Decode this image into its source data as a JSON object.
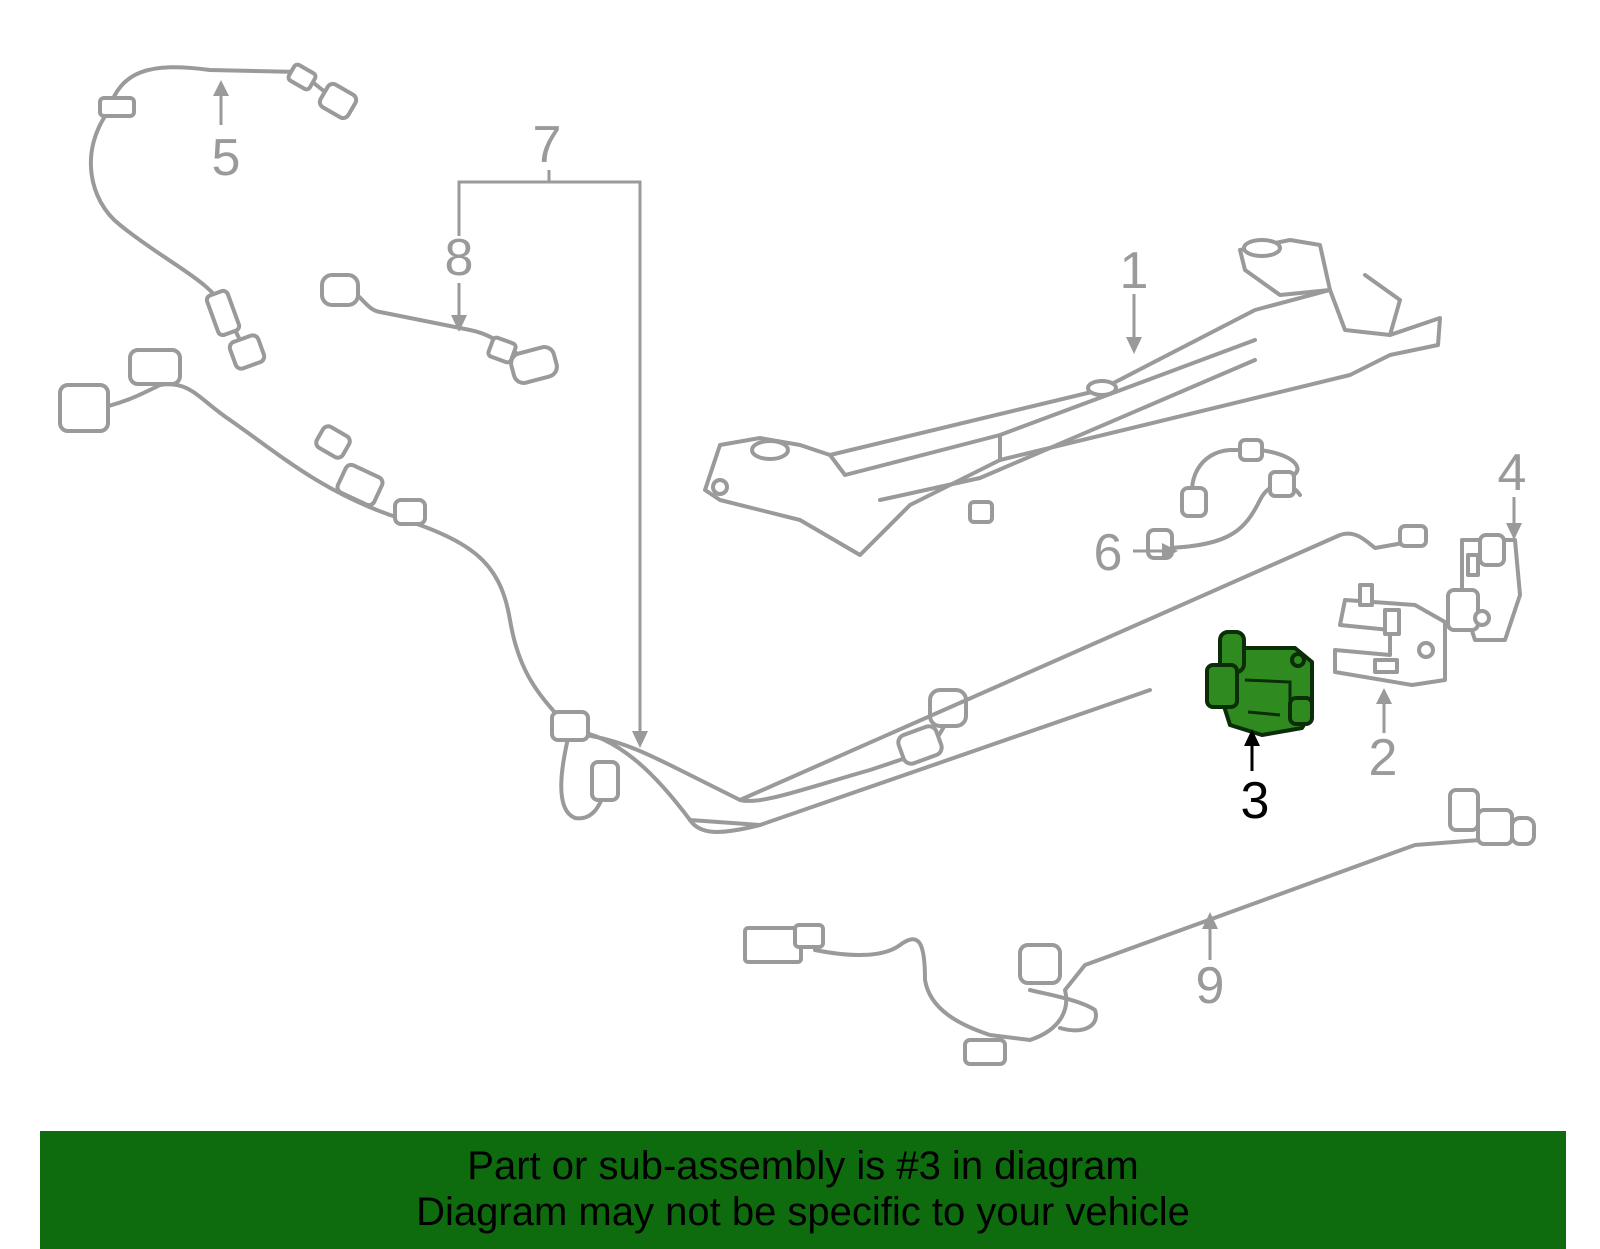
{
  "callouts": {
    "c1": "1",
    "c2": "2",
    "c3": "3",
    "c4": "4",
    "c5": "5",
    "c6": "6",
    "c7": "7",
    "c8": "8",
    "c9": "9"
  },
  "highlighted_part": "3",
  "colors": {
    "highlight": "#2f8a1f",
    "banner": "#0e6b0e",
    "linework": "#9a9a9a"
  },
  "banner": {
    "line1": "Part or sub-assembly is #3 in diagram",
    "line2": "Diagram may not be specific to your vehicle"
  }
}
